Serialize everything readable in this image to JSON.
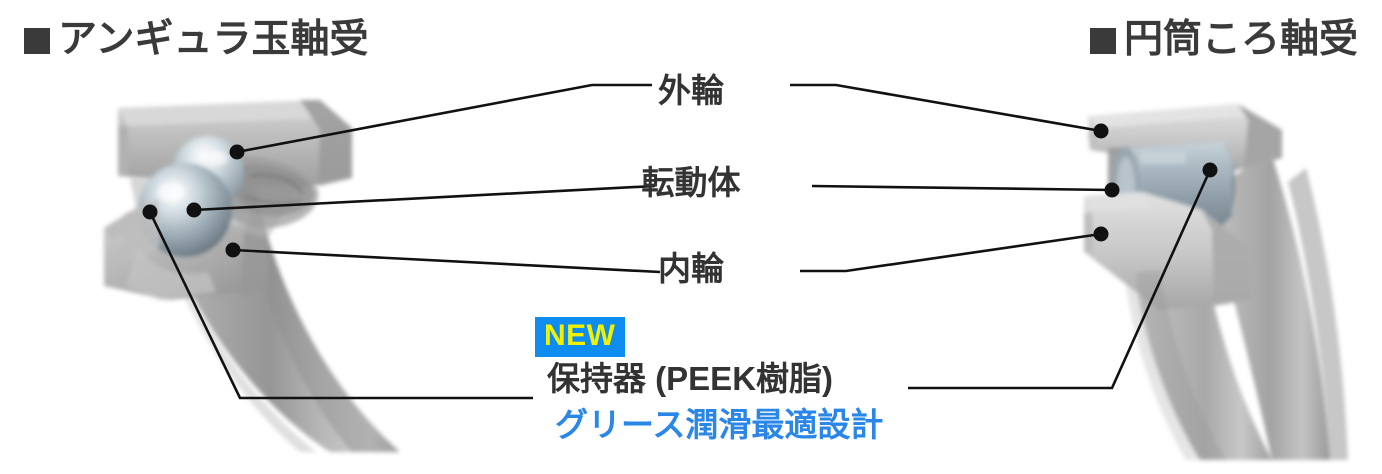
{
  "figure": {
    "background": "#ffffff",
    "accent_blue": "#2a87e8",
    "badge_blue": "#0f8cf0",
    "badge_yellow": "#f2f200",
    "text_dark": "#333333"
  },
  "headings": {
    "left": "アンギュラ玉軸受",
    "right": "円筒ころ軸受",
    "bullet": "■"
  },
  "callouts": {
    "outer_ring": "外輪",
    "rolling_element": "転動体",
    "inner_ring": "内輪",
    "cage": "保持器 (PEEK樹脂)",
    "grease": "グリース潤滑最適設計",
    "new_badge": "NEW"
  }
}
